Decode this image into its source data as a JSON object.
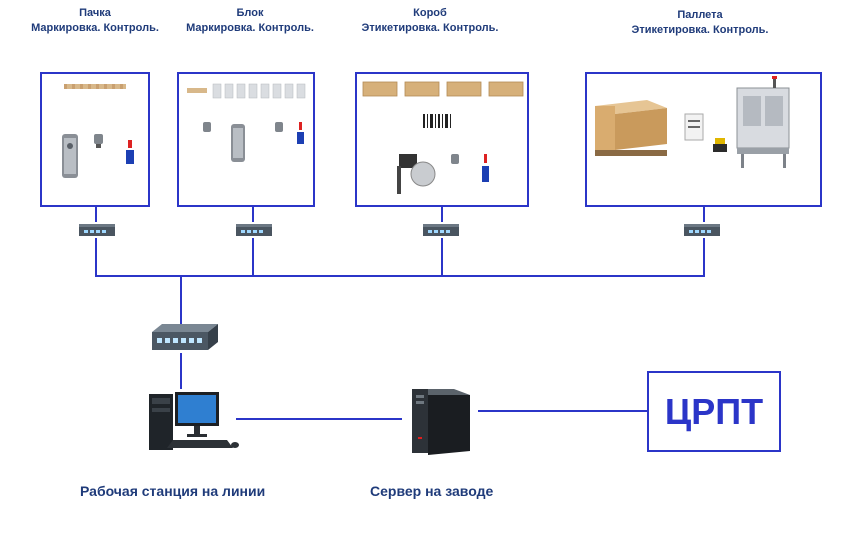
{
  "stations": [
    {
      "title": "Пачка",
      "subtitle": "Маркировка. Контроль."
    },
    {
      "title": "Блок",
      "subtitle": "Маркировка.  Контроль."
    },
    {
      "title": "Короб",
      "subtitle": "Этикетировка. Контроль."
    },
    {
      "title": "Паллета",
      "subtitle": "Этикетировка. Контроль."
    }
  ],
  "workstation_label": "Рабочая  станция на линии",
  "server_label": "Сервер на заводе",
  "cprt_label": "ЦРПТ",
  "colors": {
    "line": "#2b35c8",
    "text": "#1f3b7a"
  }
}
